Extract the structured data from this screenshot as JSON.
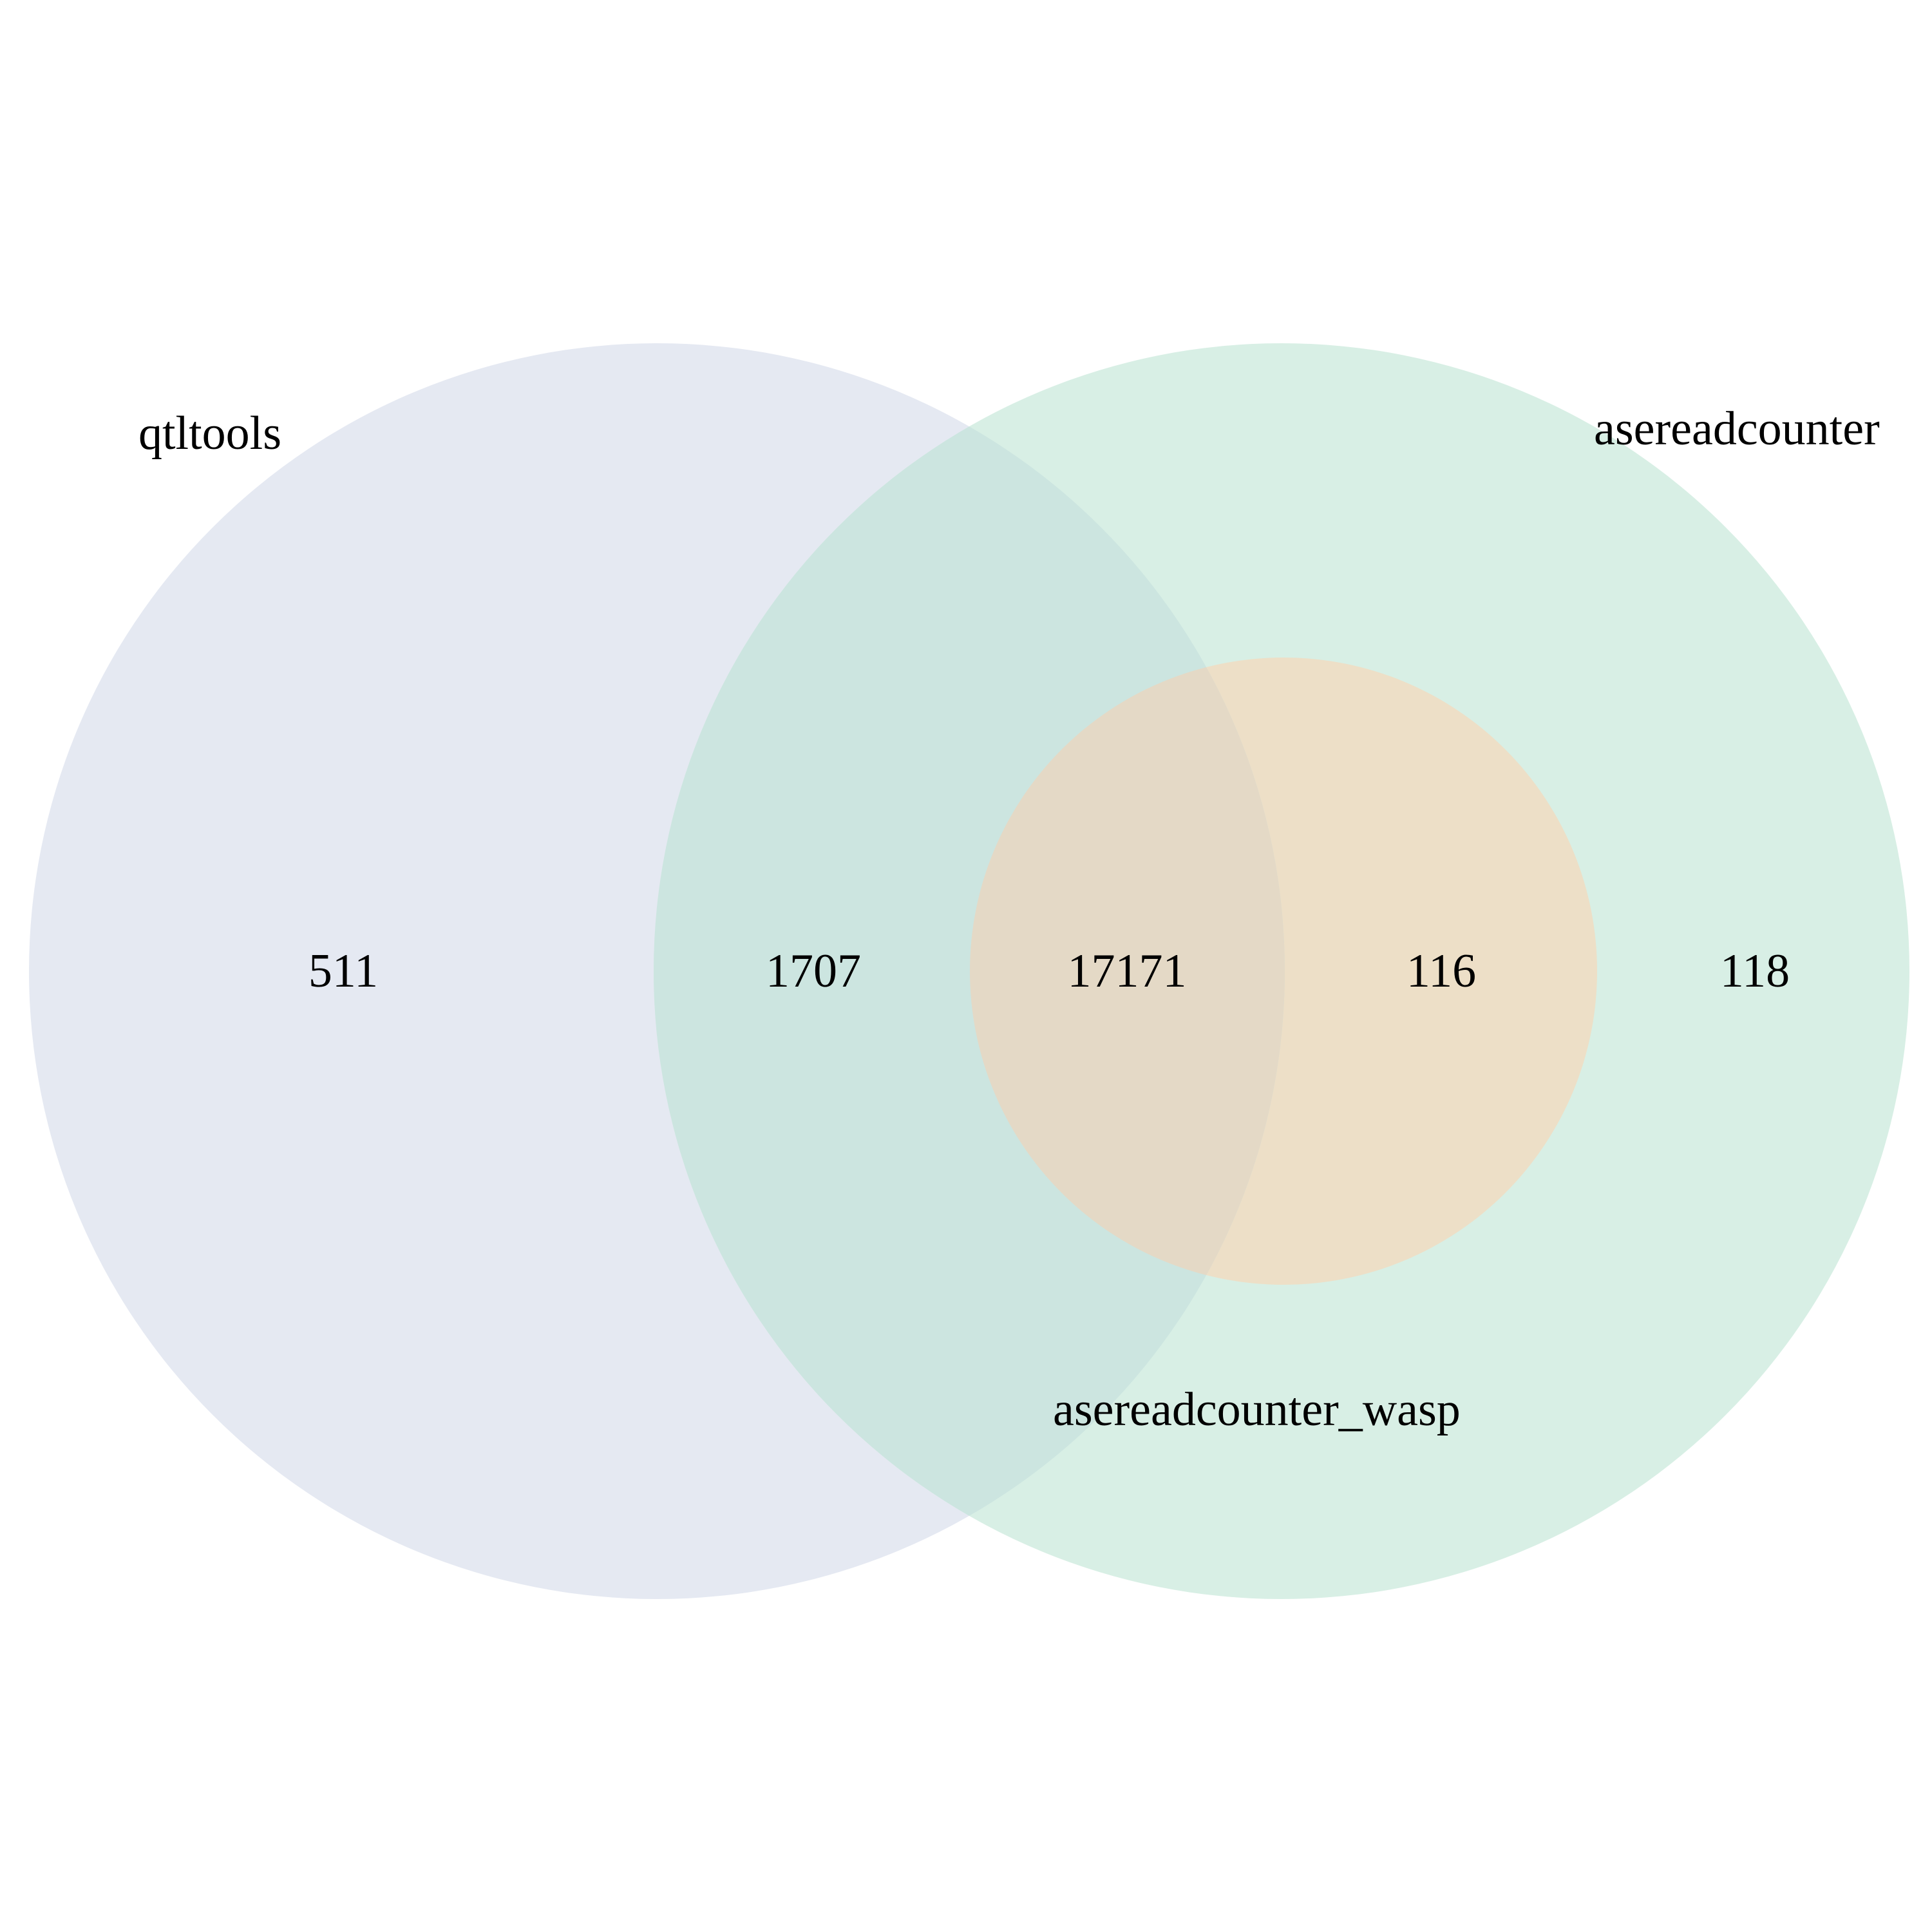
{
  "chart_data": {
    "type": "venn",
    "sets": [
      {
        "name": "qtltools",
        "color": "#e5e9f2"
      },
      {
        "name": "asereadcounter",
        "color": "#d8efe5"
      },
      {
        "name": "asereadcounter_wasp",
        "color": "#eddfc7"
      }
    ],
    "regions": [
      {
        "sets": [
          "qtltools"
        ],
        "count": 511
      },
      {
        "sets": [
          "qtltools",
          "asereadcounter"
        ],
        "count": 1707
      },
      {
        "sets": [
          "qtltools",
          "asereadcounter",
          "asereadcounter_wasp"
        ],
        "count": 17171
      },
      {
        "sets": [
          "asereadcounter",
          "asereadcounter_wasp"
        ],
        "count": 116
      },
      {
        "sets": [
          "asereadcounter"
        ],
        "count": 118
      }
    ]
  },
  "colors": {
    "qtltools_overlap_asereadcounter": "#cce5e0",
    "all_three_overlap": "#e4d9c6",
    "background": "#ffffff"
  }
}
